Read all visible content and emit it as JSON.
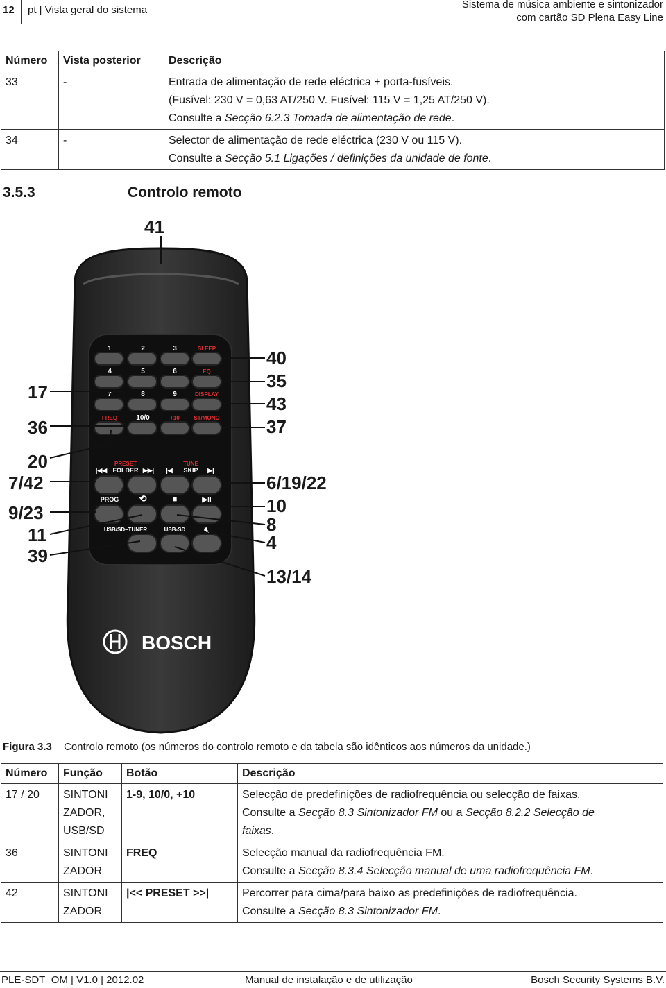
{
  "header": {
    "page_number": "12",
    "section": "pt | Vista geral do sistema",
    "title_line1": "Sistema de música ambiente e sintonizador",
    "title_line2": "com cartão SD Plena Easy Line"
  },
  "table1": {
    "headers": [
      "Número",
      "Vista posterior",
      "Descrição"
    ],
    "rows": [
      {
        "num": "33",
        "view": "-",
        "lines": [
          "Entrada de alimentação de rede eléctrica + porta-fusíveis.",
          "(Fusível: 230 V = 0,63 AT/250 V. Fusível: 115 V = 1,25 AT/250 V)."
        ],
        "ref_prefix": "Consulte a ",
        "ref_link": "Secção 6.2.3 Tomada de alimentação de rede",
        "ref_suffix": "."
      },
      {
        "num": "34",
        "view": "-",
        "lines": [
          "Selector de alimentação de rede eléctrica (230 V ou 115 V)."
        ],
        "ref_prefix": "Consulte a ",
        "ref_link": "Secção 5.1 Ligações / definições da unidade de fonte",
        "ref_suffix": "."
      }
    ]
  },
  "section_heading": {
    "number": "3.5.3",
    "title": "Controlo remoto"
  },
  "remote": {
    "brand": "BOSCH",
    "key_labels": {
      "r1": [
        "1",
        "2",
        "3",
        "SLEEP"
      ],
      "r2": [
        "4",
        "5",
        "6",
        "EQ"
      ],
      "r3": [
        "7",
        "8",
        "9",
        "DISPLAY"
      ],
      "r4": [
        "FREQ",
        "10/0",
        "+10",
        "ST/MONO"
      ],
      "preset": "PRESET",
      "folder": "FOLDER",
      "tune": "TUNE",
      "skip": "SKIP",
      "prog": "PROG",
      "usbsd_tuner": "USB/SD–TUNER",
      "usbsd": "USB-SD"
    },
    "callouts": {
      "top": "41",
      "left": [
        "17",
        "36",
        "20",
        "7/42",
        "9/23",
        "11",
        "39"
      ],
      "right": [
        "40",
        "35",
        "43",
        "37",
        "6/19/22",
        "10",
        "8",
        "4",
        "13/14"
      ]
    }
  },
  "figure": {
    "label": "Figura 3.3",
    "caption": "Controlo remoto (os números do controlo remoto e da tabela são idênticos aos números da unidade.)"
  },
  "table2": {
    "headers": [
      "Número",
      "Função",
      "Botão",
      "Descrição"
    ],
    "rows": [
      {
        "num": "17 / 20",
        "func_lines": [
          "SINTONI",
          "ZADOR,",
          "USB/SD"
        ],
        "button": "1-9, 10/0, +10",
        "desc": "Selecção de predefinições de radiofrequência ou selecção de faixas.",
        "ref_prefix": "Consulte a ",
        "ref_link": "Secção 8.3 Sintonizador FM",
        "ref_mid": " ou a ",
        "ref_link2": "Secção 8.2.2 Selecção de",
        "ref_link2b": "faixas",
        "ref_suffix": "."
      },
      {
        "num": "36",
        "func_lines": [
          "SINTONI",
          "ZADOR"
        ],
        "button": "FREQ",
        "desc": "Selecção manual da radiofrequência FM.",
        "ref_prefix": "Consulte a ",
        "ref_link": "Secção 8.3.4 Selecção manual de uma radiofrequência FM",
        "ref_suffix": "."
      },
      {
        "num": "42",
        "func_lines": [
          "SINTONI",
          "ZADOR"
        ],
        "button": "|<< PRESET >>|",
        "desc": "Percorrer para cima/para baixo as predefinições de radiofrequência.",
        "ref_prefix": "Consulte a ",
        "ref_link": "Secção 8.3 Sintonizador FM",
        "ref_suffix": "."
      }
    ]
  },
  "footer": {
    "doc_id": "PLE-SDT_OM | V1.0 | 2012.02",
    "manual": "Manual de instalação e de utilização",
    "company": "Bosch Security Systems B.V."
  }
}
